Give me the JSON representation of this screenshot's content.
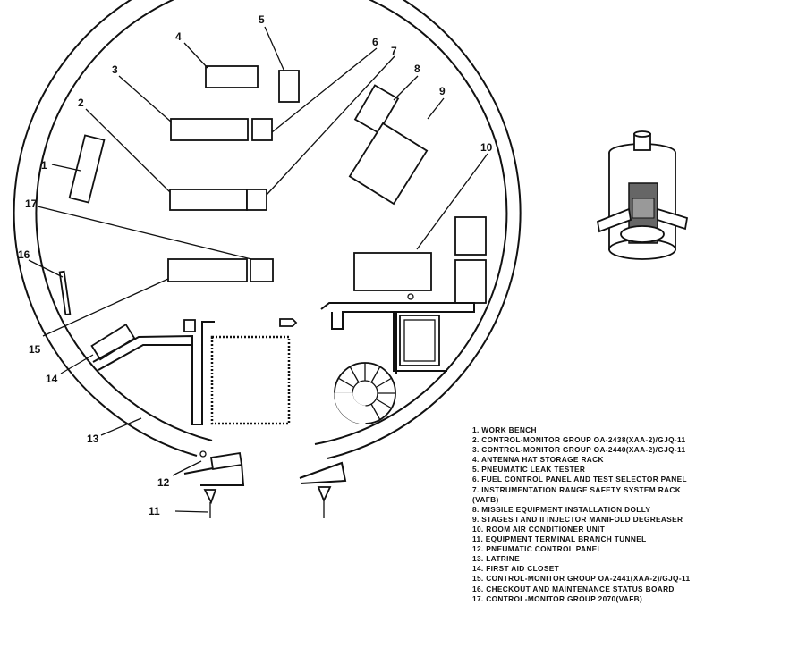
{
  "callouts": [
    {
      "num": "1"
    },
    {
      "num": "2"
    },
    {
      "num": "3"
    },
    {
      "num": "4"
    },
    {
      "num": "5"
    },
    {
      "num": "6"
    },
    {
      "num": "7"
    },
    {
      "num": "8"
    },
    {
      "num": "9"
    },
    {
      "num": "10"
    },
    {
      "num": "11"
    },
    {
      "num": "12"
    },
    {
      "num": "13"
    },
    {
      "num": "14"
    },
    {
      "num": "15"
    },
    {
      "num": "16"
    },
    {
      "num": "17"
    }
  ],
  "legend": [
    "1. WORK BENCH",
    "2. CONTROL-MONITOR GROUP OA-2438(XAA-2)/GJQ-11",
    "3. CONTROL-MONITOR GROUP OA-2440(XAA-2)/GJQ-11",
    "4. ANTENNA HAT STORAGE RACK",
    "5. PNEUMATIC LEAK TESTER",
    "6. FUEL CONTROL PANEL AND TEST SELECTOR PANEL",
    "7. INSTRUMENTATION RANGE SAFETY SYSTEM RACK",
    "(VAFB)",
    "8. MISSILE EQUIPMENT INSTALLATION DOLLY",
    "9. STAGES I AND II INJECTOR MANIFOLD DEGREASER",
    "10. ROOM AIR CONDITIONER UNIT",
    "11. EQUIPMENT TERMINAL BRANCH TUNNEL",
    "12. PNEUMATIC CONTROL PANEL",
    "13. LATRINE",
    "14. FIRST AID CLOSET",
    "15. CONTROL-MONITOR GROUP OA-2441(XAA-2)/GJQ-11",
    "16. CHECKOUT AND MAINTENANCE STATUS BOARD",
    "17. CONTROL-MONITOR GROUP 2070(VAFB)"
  ]
}
